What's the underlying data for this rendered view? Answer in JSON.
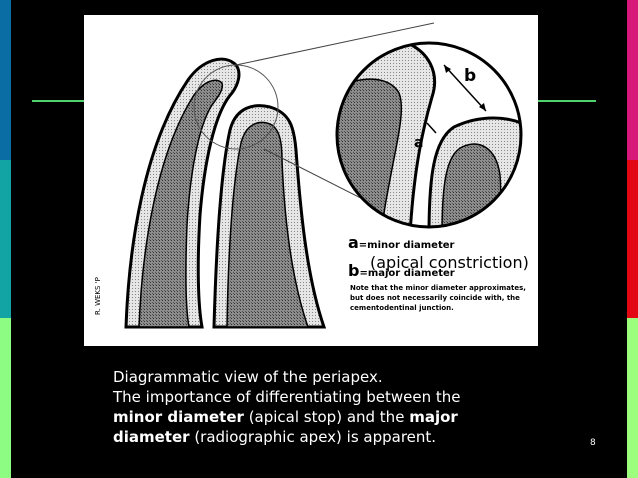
{
  "colors": {
    "background": "#000000",
    "stripe_blue": "#0a6da3",
    "stripe_teal": "#12a3a5",
    "stripe_green": "#8dfc82",
    "stripe_magenta": "#d7177a",
    "stripe_red": "#e30613",
    "stripe_lightgreen": "#9cff7e",
    "divider": "#4fd16b"
  },
  "figure": {
    "label_b": "b",
    "label_a": "a",
    "legend_a_letter": "a",
    "legend_a_text": "=minor diameter",
    "legend_a_sub": "(apical constriction)",
    "legend_b_letter": "b",
    "legend_b_text": "=major diameter",
    "note_line1": "Note that the minor diameter approximates,",
    "note_line2": "but does not necessarily coincide with, the",
    "note_line3": "cementodentinal junction.",
    "signature": "R. WEKS 'P"
  },
  "caption": {
    "line1": "Diagrammatic view of the periapex.",
    "line2": "The importance of differentiating between the",
    "bold1": "minor diameter",
    "mid1": " (apical stop) and the ",
    "bold2": "major",
    "bold3": "diameter",
    "end": " (radiographic apex) is apparent."
  },
  "page_number": "8"
}
